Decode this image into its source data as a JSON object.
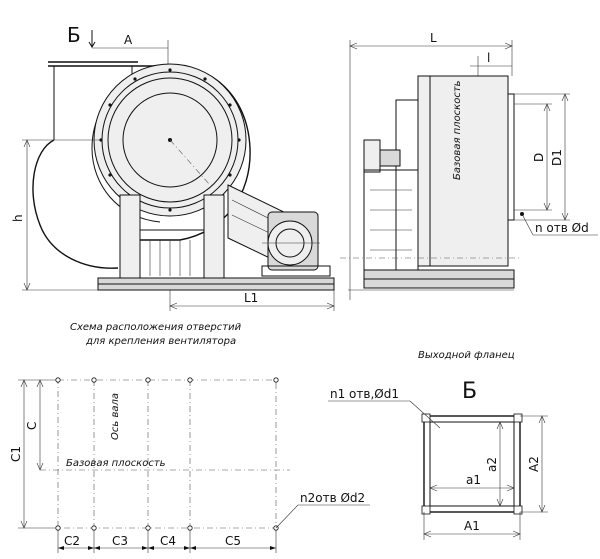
{
  "view_front": {
    "section_letter": "Б",
    "dim_a": "A",
    "dim_h": "h",
    "dim_l1": "L1"
  },
  "view_side": {
    "dim_l": "L",
    "dim_l_small": "l",
    "dim_d": "D",
    "dim_d1": "D1",
    "base_plane": "Базовая плоскость",
    "holes": "n отв Ød"
  },
  "hole_layout": {
    "caption_line1": "Схема расположения отверстий",
    "caption_line2": "для крепления вентилятора",
    "shaft_axis": "Ось вала",
    "base_plane": "Базовая плоскость",
    "dim_c": "C",
    "dim_c1": "C1",
    "dim_c2": "C2",
    "dim_c3": "C3",
    "dim_c4": "C4",
    "dim_c5": "C5",
    "holes_n2": "n2отв Ød2"
  },
  "outlet_flange": {
    "title": "Выходной фланец",
    "section_letter": "Б",
    "holes_n1": "n1 отв,Ød1",
    "dim_a1_inner": "а1",
    "dim_a2_inner": "а2",
    "dim_a1": "A1",
    "dim_a2": "A2"
  }
}
